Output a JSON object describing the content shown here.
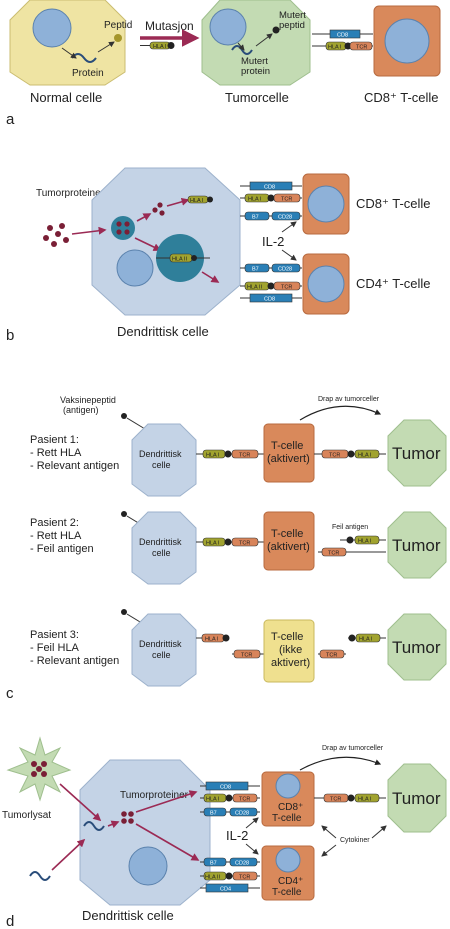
{
  "colors": {
    "normal_cell": "#efe4a3",
    "tumor_cell": "#c3dbb3",
    "tcell": "#d9895b",
    "tcell_inactive": "#efe08f",
    "dendritic": "#c4d3e6",
    "nucleus": "#8eb1d8",
    "nucleus_dark": "#2f7f9a",
    "arrow_red": "#9b2a54",
    "cd8": "#2a7fb6",
    "hla": "#a1a32f",
    "tcr": "#d8845a",
    "peptide": "#a5962b",
    "dot": "#7a1f36"
  },
  "panel_a": {
    "letter": "a",
    "protein": "Protein",
    "peptid": "Peptid",
    "mutation": "Mutasjon",
    "mutated_peptide_1": "Mutert",
    "mutated_peptide_2": "peptid",
    "mutated_protein_1": "Mutert",
    "mutated_protein_2": "protein",
    "normal_label": "Normal celle",
    "tumor_label": "Tumorcelle",
    "cd8_label": "CD8⁺ T-celle",
    "cd8": "CD8",
    "hla1": "HLA I",
    "tcr": "TCR"
  },
  "panel_b": {
    "letter": "b",
    "tumor_proteins": "Tumorproteiner",
    "dendritic_label": "Dendrittisk celle",
    "hla1": "HLA I",
    "hla2": "HLA II",
    "cd8": "CD8",
    "tcr": "TCR",
    "b7": "B7",
    "cd28": "CD28",
    "il2": "IL-2",
    "cd8_tcell": "CD8⁺ T-celle",
    "cd4_tcell": "CD4⁺ T-celle"
  },
  "panel_c": {
    "letter": "c",
    "vaccine_1": "Vaksinepeptid",
    "vaccine_2": "(antigen)",
    "kill": "Drap av tumorceller",
    "wrong_antigen": "Feil antigen",
    "dendritic_1": "Dendrittisk",
    "dendritic_2": "celle",
    "tumor": "Tumor",
    "hla1": "HLA I",
    "tcr": "TCR",
    "patients": [
      {
        "title": "Pasient 1:",
        "line1": "- Rett HLA",
        "line2": "- Relevant antigen",
        "tcell_1": "T-celle",
        "tcell_2": "(aktivert)"
      },
      {
        "title": "Pasient 2:",
        "line1": "- Rett HLA",
        "line2": "- Feil antigen",
        "tcell_1": "T-celle",
        "tcell_2": "(aktivert)"
      },
      {
        "title": "Pasient 3:",
        "line1": "- Feil HLA",
        "line2": "- Relevant antigen",
        "tcell_1": "T-celle",
        "tcell_2": "(ikke",
        "tcell_3": "aktivert)"
      }
    ]
  },
  "panel_d": {
    "letter": "d",
    "tumor_lysate": "Tumorlysat",
    "tumor_proteins": "Tumorproteiner",
    "dendritic_label": "Dendrittisk celle",
    "kill": "Drap av tumorceller",
    "cytokines": "Cytokiner",
    "il2": "IL-2",
    "tumor": "Tumor",
    "cd8_tcell_1": "CD8⁺",
    "cd8_tcell_2": "T-celle",
    "cd4_tcell_1": "CD4⁺",
    "cd4_tcell_2": "T-celle",
    "cd8": "CD8",
    "cd4": "CD4",
    "hla1": "HLA I",
    "hla2": "HLA II",
    "tcr": "TCR",
    "b7": "B7",
    "cd28": "CD28"
  }
}
